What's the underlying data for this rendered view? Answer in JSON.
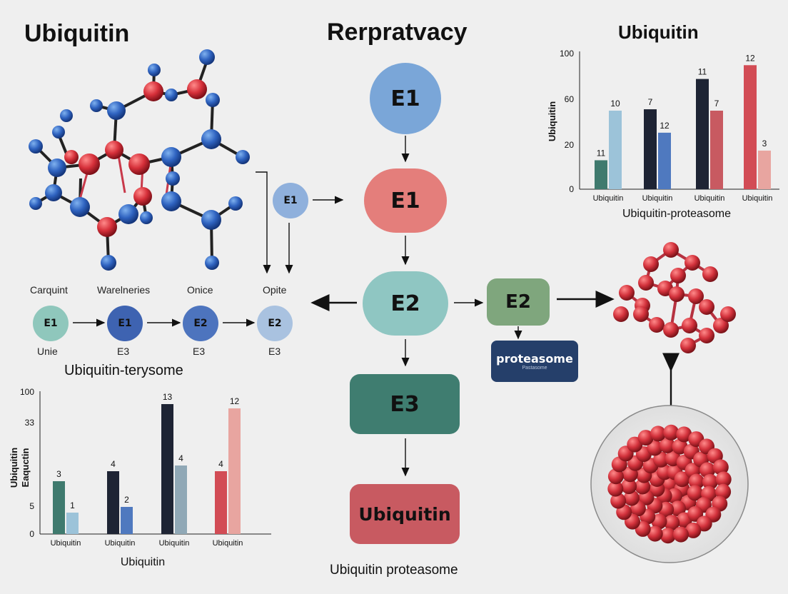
{
  "titles": {
    "left": "Ubiquitin",
    "center": "Rerpratvacy",
    "right": "Ubiquitin"
  },
  "small_flow": {
    "top_node": "E1",
    "labels": [
      "Carquint",
      "Warelneries",
      "Onice",
      "Opite"
    ],
    "nodes": [
      "E1",
      "E1",
      "E2",
      "E2"
    ],
    "sublabels": [
      "Unie",
      "E3",
      "E3",
      "E3"
    ],
    "caption": "Ubiquitin-terysome"
  },
  "main_flow": {
    "nodes": [
      "E1",
      "E1",
      "E2",
      "E3",
      "Ubiquitin"
    ],
    "side_node": "E2",
    "proteasome_label": "proteasome",
    "proteasome_sub": "Pastasome",
    "caption": "Ubiquitin proteasome"
  },
  "colors": {
    "teal_dark": "#3f7a6e",
    "navy": "#1e2434",
    "light_blue": "#9cc3d9",
    "blue": "#4f79bf",
    "red": "#d24c55",
    "pink": "#e8a5a0",
    "grey_blue": "#90a8b6",
    "main_e1_top": "#7aa6d8",
    "main_e1_mid": "#e47e7b",
    "main_e2": "#8fc6c2",
    "main_e3": "#3f7d70",
    "main_ubq": "#c85a61",
    "side_e2": "#7fa67d",
    "proteasome_box": "#253f6a"
  },
  "chart_data": [
    {
      "type": "bar",
      "title": "",
      "ylabel": "Ubiquitin",
      "xlabel": "Ubiquitin-proteasome",
      "yticks": [
        "0",
        "20",
        "60",
        "100"
      ],
      "ylim": [
        0,
        100
      ],
      "categories": [
        "Ubiquitin",
        "Ubiquitin",
        "Ubiquitin",
        "Ubiquitin"
      ],
      "bars": [
        {
          "group": 0,
          "value": 21,
          "label": "11",
          "color": "#3f7a6e"
        },
        {
          "group": 0,
          "value": 57,
          "label": "10",
          "color": "#9cc3d9"
        },
        {
          "group": 1,
          "value": 58,
          "label": "7",
          "color": "#1e2434"
        },
        {
          "group": 1,
          "value": 41,
          "label": "12",
          "color": "#4f79bf"
        },
        {
          "group": 2,
          "value": 80,
          "label": "11",
          "color": "#1e2434"
        },
        {
          "group": 2,
          "value": 57,
          "label": "7",
          "color": "#c85a61"
        },
        {
          "group": 3,
          "value": 90,
          "label": "12",
          "color": "#d24c55"
        },
        {
          "group": 3,
          "value": 28,
          "label": "3",
          "color": "#e8a5a0"
        }
      ]
    },
    {
      "type": "bar",
      "title": "",
      "ylabel": "Ubiquitin",
      "ylabel2": "Eaquctin",
      "xlabel": "Ubiquitin",
      "yticks": [
        "0",
        "5",
        "33",
        "100"
      ],
      "ylim": [
        0,
        100
      ],
      "categories": [
        "Ubiquitin",
        "Ubiquitin",
        "Ubiquitin",
        "Ubiquitin"
      ],
      "bars": [
        {
          "group": 0,
          "value": 37,
          "label": "3",
          "color": "#3f7a6e"
        },
        {
          "group": 0,
          "value": 15,
          "label": "1",
          "color": "#9cc3d9"
        },
        {
          "group": 1,
          "value": 44,
          "label": "4",
          "color": "#1e2434"
        },
        {
          "group": 1,
          "value": 19,
          "label": "2",
          "color": "#4f79bf"
        },
        {
          "group": 2,
          "value": 91,
          "label": "13",
          "color": "#1e2434"
        },
        {
          "group": 2,
          "value": 48,
          "label": "4",
          "color": "#90a8b6"
        },
        {
          "group": 3,
          "value": 44,
          "label": "4",
          "color": "#d24c55"
        },
        {
          "group": 3,
          "value": 88,
          "label": "12",
          "color": "#e8a5a0"
        }
      ]
    }
  ]
}
